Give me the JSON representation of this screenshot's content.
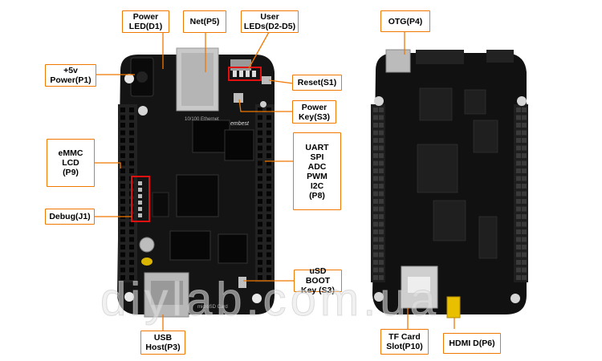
{
  "colors": {
    "callout_border": "#f07800",
    "leader_line": "#f07800",
    "board": "#141414",
    "header_pins": "#2a2a2a",
    "marker_red": "#e01010"
  },
  "callouts": {
    "power_led": "Power\nLED(D1)",
    "net": "Net(P5)",
    "user_leds": "User\nLEDs(D2-D5)",
    "power_5v": "+5v\nPower(P1)",
    "reset": "Reset(S1)",
    "power_key": "Power\nKey(S3)",
    "emmc": "eMMC\nLCD\n(P9)",
    "uart": "UART\nSPI\nADC\nPWM\nI2C\n(P8)",
    "debug": "Debug(J1)",
    "usd_boot": "uSD BOOT\nKey (S3)",
    "usb_host": "USB\nHost(P3)",
    "otg": "OTG(P4)",
    "tf_card": "TF Card\nSlot(P10)",
    "hdmi": "HDMI D(P6)"
  },
  "board_silkscreen": {
    "ethernet_label": "10/100 Ethernet",
    "logo_text": "embest",
    "microsd_label": "microSD Card"
  },
  "watermark": "diylab.com.ua"
}
